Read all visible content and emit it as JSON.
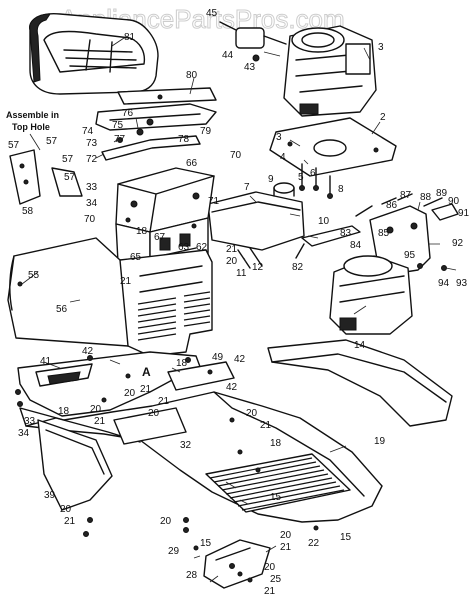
{
  "watermark": "AppliancePartsPros.com",
  "note": {
    "line1": "Assemble in",
    "line2": "Top Hole"
  },
  "marker_letter": "A",
  "callouts": [
    {
      "id": "c81",
      "label": "81"
    },
    {
      "id": "c80",
      "label": "80"
    },
    {
      "id": "c76",
      "label": "76"
    },
    {
      "id": "c75",
      "label": "75"
    },
    {
      "id": "c74",
      "label": "74"
    },
    {
      "id": "c73",
      "label": "73"
    },
    {
      "id": "c77",
      "label": "77"
    },
    {
      "id": "c78",
      "label": "78"
    },
    {
      "id": "c79",
      "label": "79"
    },
    {
      "id": "c72",
      "label": "72"
    },
    {
      "id": "c57a",
      "label": "57"
    },
    {
      "id": "c57b",
      "label": "57"
    },
    {
      "id": "c57c",
      "label": "57"
    },
    {
      "id": "c57d",
      "label": "57"
    },
    {
      "id": "c58",
      "label": "58"
    },
    {
      "id": "c66",
      "label": "66"
    },
    {
      "id": "c70a",
      "label": "70"
    },
    {
      "id": "c70b",
      "label": "70"
    },
    {
      "id": "c33a",
      "label": "33"
    },
    {
      "id": "c34a",
      "label": "34"
    },
    {
      "id": "c18a",
      "label": "18"
    },
    {
      "id": "c67",
      "label": "67"
    },
    {
      "id": "c63",
      "label": "63"
    },
    {
      "id": "c62",
      "label": "62"
    },
    {
      "id": "c65",
      "label": "65"
    },
    {
      "id": "c71",
      "label": "71"
    },
    {
      "id": "c21a",
      "label": "21"
    },
    {
      "id": "c20a",
      "label": "20"
    },
    {
      "id": "c21b",
      "label": "21"
    },
    {
      "id": "c55",
      "label": "55"
    },
    {
      "id": "c56",
      "label": "56"
    },
    {
      "id": "c45",
      "label": "45"
    },
    {
      "id": "c44",
      "label": "44"
    },
    {
      "id": "c43",
      "label": "43"
    },
    {
      "id": "c3a",
      "label": "3"
    },
    {
      "id": "c2",
      "label": "2"
    },
    {
      "id": "c3b",
      "label": "3"
    },
    {
      "id": "c4",
      "label": "4"
    },
    {
      "id": "c5",
      "label": "5"
    },
    {
      "id": "c6",
      "label": "6"
    },
    {
      "id": "c8",
      "label": "8"
    },
    {
      "id": "c7",
      "label": "7"
    },
    {
      "id": "c9",
      "label": "9"
    },
    {
      "id": "c10",
      "label": "10"
    },
    {
      "id": "c11",
      "label": "11"
    },
    {
      "id": "c12",
      "label": "12"
    },
    {
      "id": "c83",
      "label": "83"
    },
    {
      "id": "c82",
      "label": "82"
    },
    {
      "id": "c84",
      "label": "84"
    },
    {
      "id": "c85",
      "label": "85"
    },
    {
      "id": "c86",
      "label": "86"
    },
    {
      "id": "c87",
      "label": "87"
    },
    {
      "id": "c88",
      "label": "88"
    },
    {
      "id": "c89",
      "label": "89"
    },
    {
      "id": "c90",
      "label": "90"
    },
    {
      "id": "c91",
      "label": "91"
    },
    {
      "id": "c92",
      "label": "92"
    },
    {
      "id": "c95",
      "label": "95"
    },
    {
      "id": "c94",
      "label": "94"
    },
    {
      "id": "c93",
      "label": "93"
    },
    {
      "id": "c14",
      "label": "14"
    },
    {
      "id": "c41",
      "label": "41"
    },
    {
      "id": "c42a",
      "label": "42"
    },
    {
      "id": "c18b",
      "label": "18"
    },
    {
      "id": "c49",
      "label": "49"
    },
    {
      "id": "c42b",
      "label": "42"
    },
    {
      "id": "c42c",
      "label": "42"
    },
    {
      "id": "c33b",
      "label": "33"
    },
    {
      "id": "c34b",
      "label": "34"
    },
    {
      "id": "c18c",
      "label": "18"
    },
    {
      "id": "c20b",
      "label": "20"
    },
    {
      "id": "c21c",
      "label": "21"
    },
    {
      "id": "c20c",
      "label": "20"
    },
    {
      "id": "c21d",
      "label": "21"
    },
    {
      "id": "c21e",
      "label": "21"
    },
    {
      "id": "c20d",
      "label": "20"
    },
    {
      "id": "c32",
      "label": "32"
    },
    {
      "id": "c20e",
      "label": "20"
    },
    {
      "id": "c21f",
      "label": "21"
    },
    {
      "id": "c18d",
      "label": "18"
    },
    {
      "id": "c19",
      "label": "19"
    },
    {
      "id": "c15a",
      "label": "15"
    },
    {
      "id": "c39",
      "label": "39"
    },
    {
      "id": "c20f",
      "label": "20"
    },
    {
      "id": "c21g",
      "label": "21"
    },
    {
      "id": "c20g",
      "label": "20"
    },
    {
      "id": "c29",
      "label": "29"
    },
    {
      "id": "c15b",
      "label": "15"
    },
    {
      "id": "c20h",
      "label": "20"
    },
    {
      "id": "c21h",
      "label": "21"
    },
    {
      "id": "c22",
      "label": "22"
    },
    {
      "id": "c15c",
      "label": "15"
    },
    {
      "id": "c28",
      "label": "28"
    },
    {
      "id": "c20i",
      "label": "20"
    },
    {
      "id": "c25",
      "label": "25"
    },
    {
      "id": "c21i",
      "label": "21"
    }
  ]
}
